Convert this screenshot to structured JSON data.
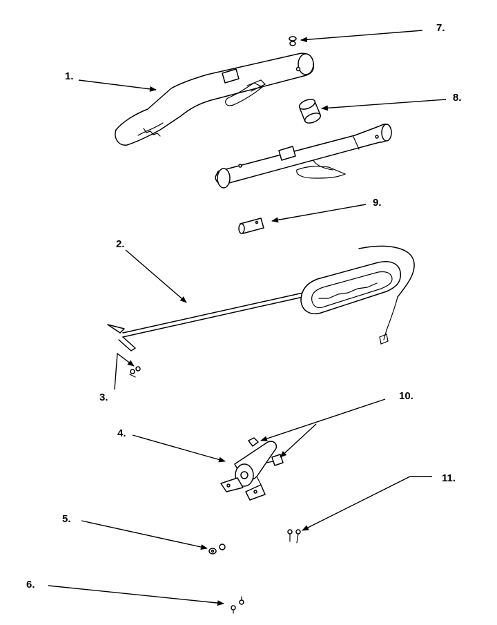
{
  "colors": {
    "ink": "#000000",
    "paper": "#ffffff"
  },
  "labels": {
    "l1": "1.",
    "l2": "2.",
    "l3": "3.",
    "l4": "4.",
    "l5": "5.",
    "l6": "6.",
    "l7": "7.",
    "l8": "8.",
    "l9": "9.",
    "l10": "10.",
    "l11": "11."
  }
}
